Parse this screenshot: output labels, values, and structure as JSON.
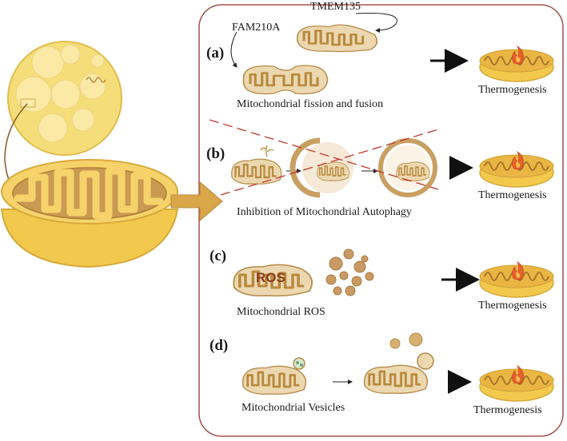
{
  "colors": {
    "frame": "#a5524c",
    "cell": "#f5de7a",
    "mito_outer": "#f2c94c",
    "mito_inner": "#c79a4a",
    "arrow_big": "#d9a64a",
    "cross": "#c0392b",
    "flame": "#e8602c"
  },
  "panels": {
    "a": {
      "tag": "(a)",
      "gene_top": "TMEM135",
      "gene_left": "FAM210A",
      "caption": "Mitochondrial fission and fusion",
      "result": "Thermogenesis"
    },
    "b": {
      "tag": "(b)",
      "caption": "Inhibition of Mitochondrial Autophagy",
      "result": "Thermogenesis"
    },
    "c": {
      "tag": "(c)",
      "ros_label": "ROS",
      "caption": "Mitochondrial ROS",
      "result": "Thermogenesis"
    },
    "d": {
      "tag": "(d)",
      "caption": "Mitochondrial Vesicles",
      "result": "Thermogenesis"
    }
  },
  "icons": [
    "adipocyte-cell-icon",
    "mitochondrion-icon",
    "flame-icon",
    "vesicle-icon"
  ]
}
